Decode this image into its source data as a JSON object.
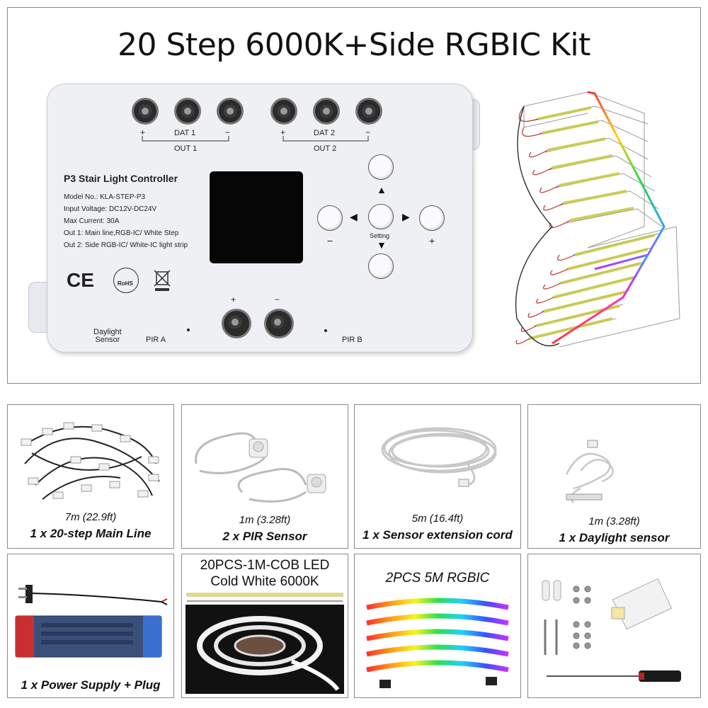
{
  "title": "20 Step 6000K+Side RGBIC Kit",
  "controller": {
    "name": "P3 Stair Light Controller",
    "model": "Model No.: KLA-STEP-P3",
    "voltage": "Input Voltage: DC12V-DC24V",
    "current": "Max Current: 30A",
    "out1_desc": "Out 1: Main line,RGB-IC/ White Step",
    "out2_desc": "Out 2: Side RGB-IC/ White-IC light strip",
    "dat1": "DAT 1",
    "dat2": "DAT 2",
    "out1": "OUT 1",
    "out2": "OUT 2",
    "plus": "+",
    "minus": "−",
    "setting": "Setting",
    "daylight": "Daylight\nSensor",
    "pir_a": "PIR A",
    "pir_b": "PIR B",
    "ce": "CE",
    "rohs": "RoHS"
  },
  "items": [
    {
      "size": "7m (22.9ft)",
      "label": "1 x 20-step Main Line"
    },
    {
      "size": "1m (3.28ft)",
      "label": "2 x PIR Sensor"
    },
    {
      "size": "5m (16.4ft)",
      "label": "1 x Sensor extension cord"
    },
    {
      "size": "1m (3.28ft)",
      "label": "1 x Daylight sensor"
    },
    {
      "label": "1 x Power Supply + Plug"
    },
    {
      "header_line1": "20PCS-1M-COB LED",
      "header_line2": "Cold White 6000K"
    },
    {
      "header": "2PCS 5M RGBIC"
    },
    {}
  ],
  "colors": {
    "border": "#8a8a8a",
    "controller_body": "#eef0f4",
    "screen": "#050505"
  }
}
